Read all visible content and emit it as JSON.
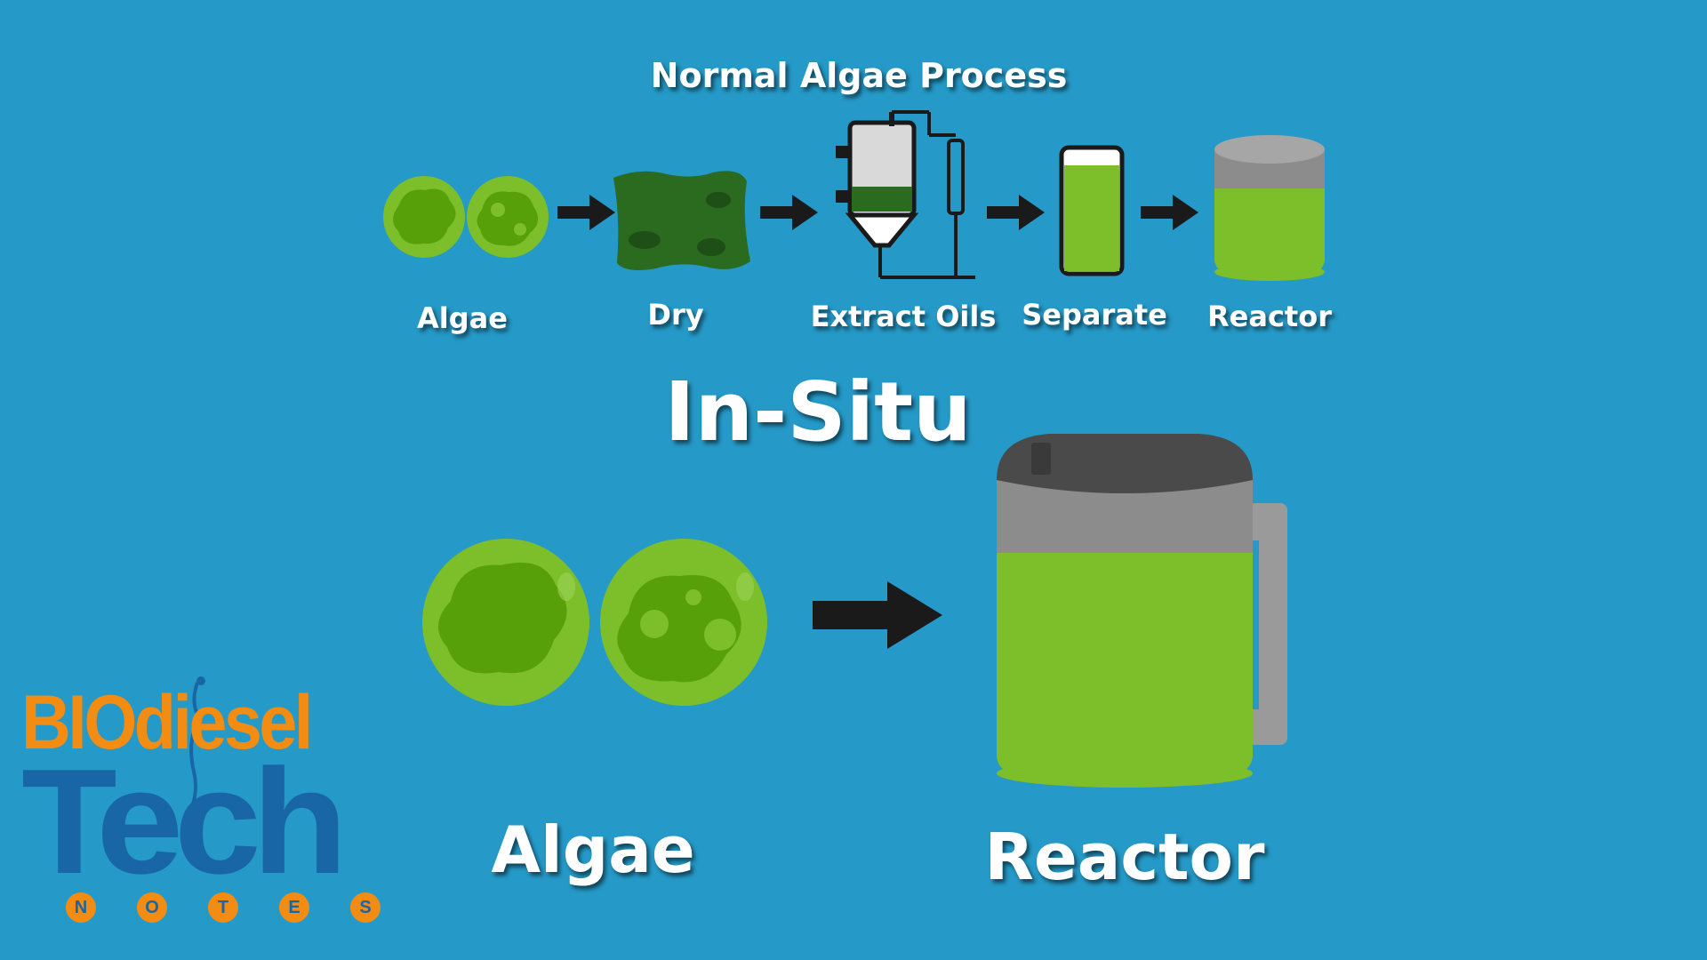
{
  "diagram": {
    "title": "Normal Algae Process",
    "process_steps": [
      {
        "label": "Algae",
        "icon": "algae-cells-icon"
      },
      {
        "label": "Dry",
        "icon": "dried-algae-icon"
      },
      {
        "label": "Extract Oils",
        "icon": "extractor-vessel-icon"
      },
      {
        "label": "Separate",
        "icon": "separation-column-icon"
      },
      {
        "label": "Reactor",
        "icon": "reactor-tank-icon"
      }
    ],
    "insitu_heading": "In-Situ",
    "insitu_steps": [
      {
        "label": "Algae",
        "icon": "algae-cells-icon"
      },
      {
        "label": "Reactor",
        "icon": "reactor-jug-icon"
      }
    ]
  },
  "logo": {
    "line1": "BIOdiesel",
    "line2": "Tech",
    "line3": [
      "N",
      "O",
      "T",
      "E",
      "S"
    ]
  },
  "colors": {
    "background": "#2599c7",
    "algae_light": "#7cbf2a",
    "algae_dark": "#58a00a",
    "dried_algae": "#2b6b1f",
    "arrow": "#1a1a1a",
    "logo_orange": "#f28c12",
    "logo_blue": "#1866a6"
  }
}
